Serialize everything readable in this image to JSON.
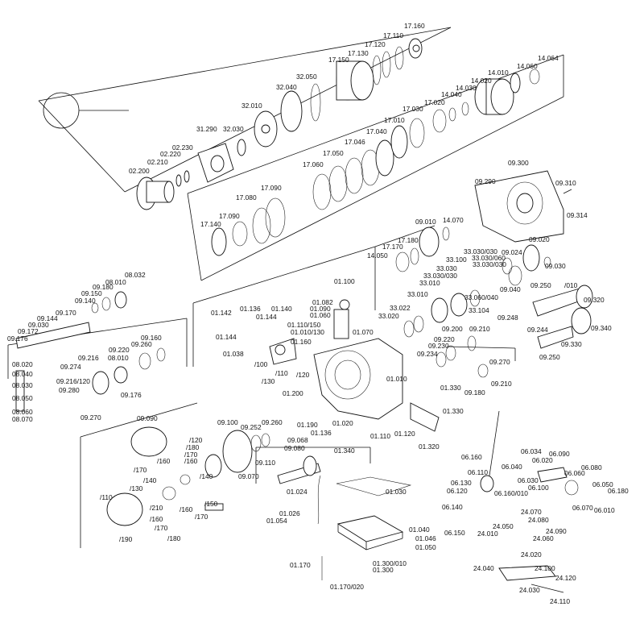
{
  "labels": {
    "l17160": "17.160",
    "l17110": "17.110",
    "l17120": "17.120",
    "l17130": "17.130",
    "l17150": "17.150",
    "l32050": "32.050",
    "l32040": "32.040",
    "l32010": "32.010",
    "l32030": "32.030",
    "l31290": "31.290",
    "l02230": "02.230",
    "l02220": "02.220",
    "l02210": "02.210",
    "l02200": "02.200",
    "l14064": "14.064",
    "l14060": "14.060",
    "l14010": "14.010",
    "l14020": "14.020",
    "l14030": "14.030",
    "l14040": "14.040",
    "l17020": "17.020",
    "l17030": "17.030",
    "l17010": "17.010",
    "l17040": "17.040",
    "l17046": "17.046",
    "l17050": "17.050",
    "l17060": "17.060",
    "l17090": "17.090",
    "l17080": "17.080",
    "l17096": "17.090",
    "l17140": "17.140",
    "l09300": "09.300",
    "l09290": "09.290",
    "l09310": "09.310",
    "l09314": "09.314",
    "l09010": "09.010",
    "l14070": "14.070",
    "l17180": "17.180",
    "l17170": "17.170",
    "l14050": "14.050",
    "l09020": "09.020",
    "l09024": "09.024",
    "l09030": "09.030",
    "l33030030": "33.030/030",
    "l33100": "33.100",
    "l33030": "33.030",
    "l33030060": "33.030/060",
    "l33030030b": "33.030/030",
    "l33010": "33.010",
    "l33010b": "33.010",
    "l33060040": "33.060/040",
    "l33104": "33.104",
    "l33022": "33.022",
    "l33020": "33.020",
    "l09040": "09.040",
    "l09250010": "09.250",
    "l010": "/010",
    "l09320": "09.320",
    "l09248": "09.248",
    "l09244": "09.244",
    "l09340": "09.340",
    "l09330": "09.330",
    "l09250": "09.250",
    "l09200": "09.200",
    "l09210": "09.210",
    "l09220": "09.220",
    "l09230": "09.230",
    "l09234": "09.234",
    "l09270": "09.270",
    "l09180": "09.180",
    "l09210b": "09.210",
    "l01100": "01.100",
    "l01082": "01.082",
    "l01090": "01.090",
    "l01060": "01.060",
    "l01110150": "01.110/150",
    "l01010130": "01.010/130",
    "l01160": "01.160",
    "l01070": "01.070",
    "l01142": "01.142",
    "l01136": "01.136",
    "l01140": "01.140",
    "l01144": "01.144",
    "l01144b": "01.144",
    "l01038": "01.038",
    "l100": "/100",
    "l110": "/110",
    "l120": "/120",
    "l130": "/130",
    "l01010": "01.010",
    "l01200": "01.200",
    "l01330": "01.330",
    "l01330b": "01.330",
    "l01190": "01.190",
    "l01136b": "01.136",
    "l01020": "01.020",
    "l01110": "01.110",
    "l01120": "01.120",
    "l01320": "01.320",
    "l08032": "08.032",
    "l08010": "08.010",
    "l09180b": "09.180",
    "l09150": "09.150",
    "l09140": "09.140",
    "l09170": "09.170",
    "l09144": "09.144",
    "l09030b": "09.030",
    "l09172": "09.172",
    "l09176": "09.176",
    "l09260": "09.260",
    "l09160": "09.160",
    "l08020": "08.020",
    "l08040": "08.040",
    "l08030": "08.030",
    "l08050": "08.050",
    "l08060": "08.060",
    "l08070": "08.070",
    "l09274": "09.274",
    "l09216": "09.216",
    "l09216120": "09.216/120",
    "l09280": "09.280",
    "l08010b": "08.010",
    "l09220b": "09.220",
    "l09176b": "09.176",
    "l09270b": "09.270",
    "l09090": "09.090",
    "l09100": "09.100",
    "l09252": "09.252",
    "l09260b": "09.260",
    "l09080": "09.080",
    "l09068": "09.068",
    "l09110": "09.110",
    "l09070": "09.070",
    "s120": "/120",
    "s180": "/180",
    "s170": "/170",
    "s160": "/160",
    "s150": "/150",
    "s140": "/140",
    "s170b": "/170",
    "s160b": "/160",
    "s140b": "/140",
    "s130": "/130",
    "s110": "/110",
    "s210": "/210",
    "s160c": "/160",
    "s170c": "/170",
    "s160d": "/160",
    "s170d": "/170",
    "s190": "/190",
    "s180b": "/180",
    "l01340": "01.340",
    "l01024": "01.024",
    "l01030": "01.030",
    "l01026": "01.026",
    "l01054": "01.054",
    "l01040": "01.040",
    "l01046": "01.046",
    "l01050": "01.050",
    "l01300010": "01.300/010",
    "l01300": "01.300",
    "l01170": "01.170",
    "l01170020": "01.170/020",
    "l06160": "06.160",
    "l06110": "06.110",
    "l06130": "06.130",
    "l06120": "06.120",
    "l06160010": "06.160/010",
    "l06140": "06.140",
    "l06150": "06.150",
    "l06034": "06.034",
    "l06020": "06.020",
    "l06090": "06.090",
    "l06040": "06.040",
    "l06030": "06.030",
    "l06060": "06.060",
    "l06080": "06.080",
    "l06050": "06.050",
    "l06100": "06.100",
    "l06070": "06.070",
    "l06180": "06.180",
    "l06010": "06.010",
    "l24070": "24.070",
    "l24080": "24.080",
    "l24050": "24.050",
    "l24090": "24.090",
    "l24010": "24.010",
    "l24060": "24.060",
    "l24020": "24.020",
    "l24040": "24.040",
    "l24100": "24.100",
    "l24120": "24.120",
    "l24030": "24.030",
    "l24110": "24.110"
  }
}
